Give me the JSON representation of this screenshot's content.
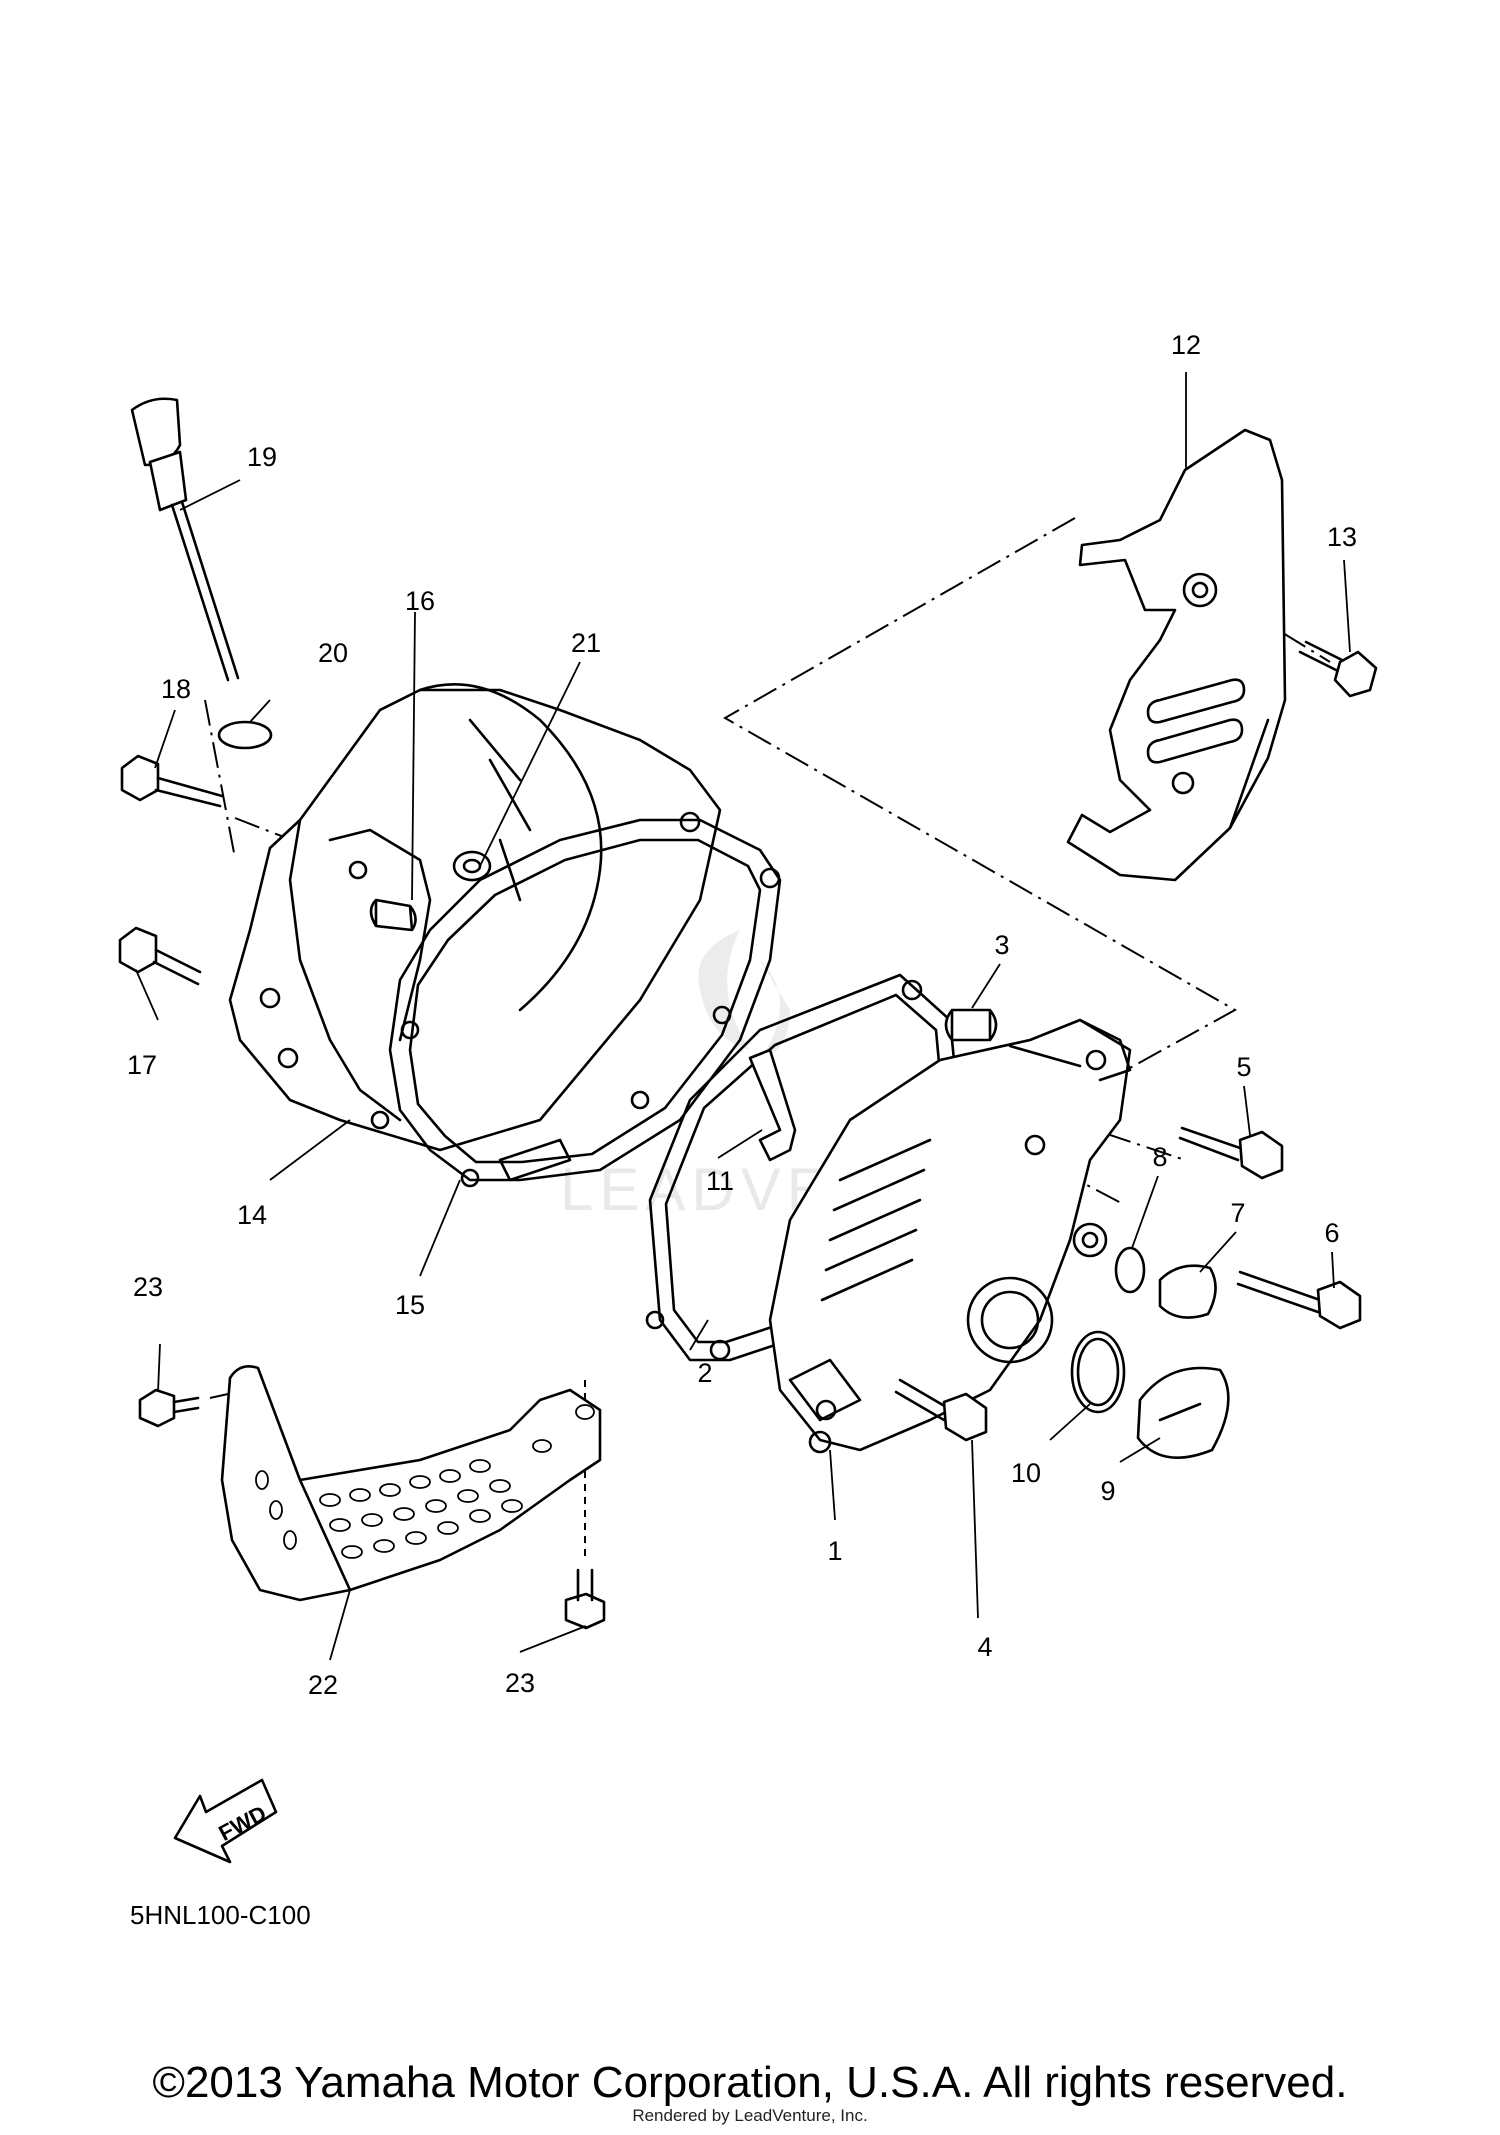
{
  "callouts": [
    "1",
    "2",
    "3",
    "4",
    "5",
    "6",
    "7",
    "8",
    "9",
    "10",
    "11",
    "12",
    "13",
    "14",
    "15",
    "16",
    "17",
    "18",
    "19",
    "20",
    "21",
    "22",
    "23",
    "23"
  ],
  "arrow_label": "FWD",
  "diagram_code": "5HNL100-C100",
  "watermark": "LEADVENTURE",
  "copyright": "©2013 Yamaha Motor Corporation, U.S.A. All rights reserved.",
  "rendered_by": "Rendered by LeadVenture, Inc."
}
